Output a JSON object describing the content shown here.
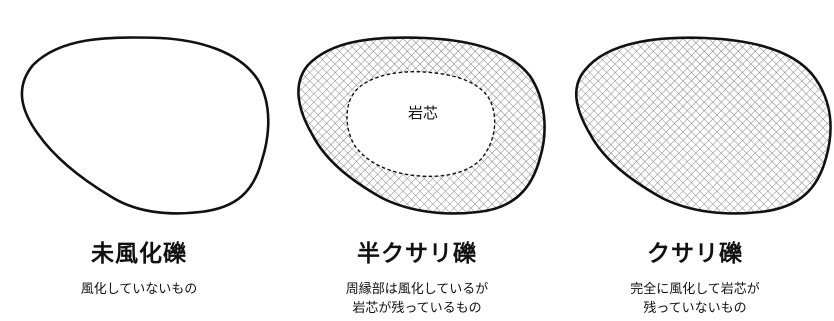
{
  "panels": [
    {
      "title": "未風化礫",
      "description": [
        "風化していないもの"
      ],
      "fill": "none"
    },
    {
      "title": "半クサリ礫",
      "description": [
        "周縁部は風化しているが",
        "岩芯が残っているもの"
      ],
      "fill": "crosshatch-rim",
      "core_label": "岩芯"
    },
    {
      "title": "クサリ礫",
      "description": [
        "完全に風化して岩芯が",
        "残っていないもの"
      ],
      "fill": "crosshatch-full"
    }
  ],
  "colors": {
    "outline": "#111111",
    "hatch": "#777777",
    "background": "#ffffff"
  }
}
